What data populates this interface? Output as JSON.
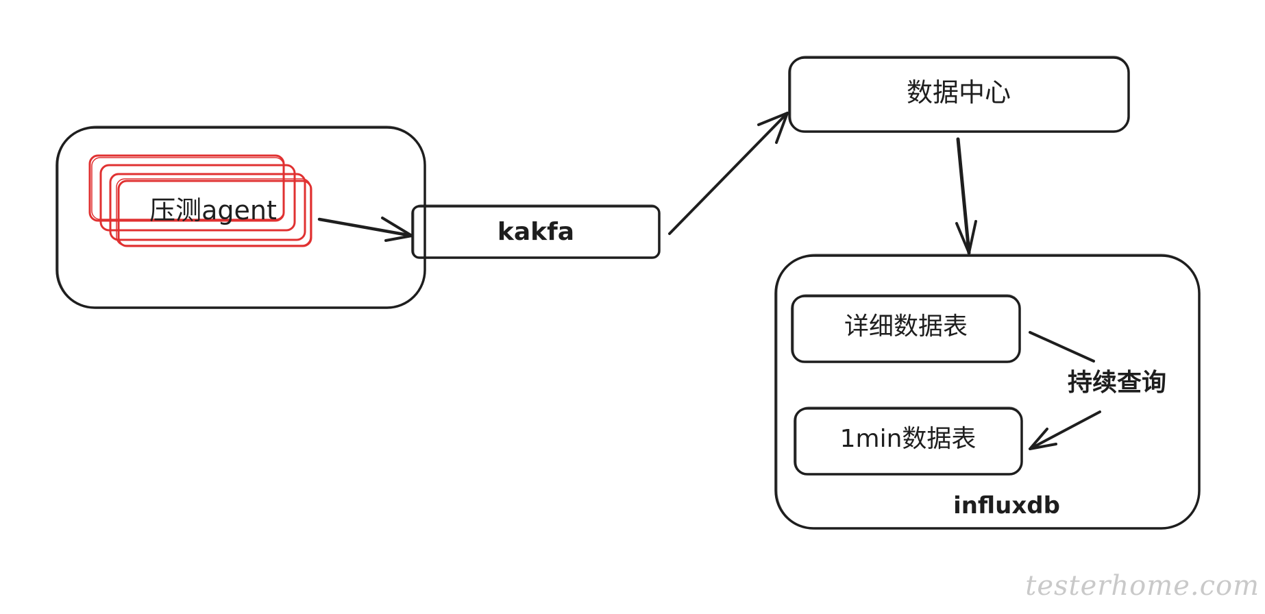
{
  "diagram": {
    "nodes": {
      "agent_group": {
        "label": ""
      },
      "agent": {
        "label": "压测agent"
      },
      "kafka": {
        "label": "kakfa"
      },
      "data_center": {
        "label": "数据中心"
      },
      "influxdb": {
        "label": "influxdb"
      },
      "detail_table": {
        "label": "详细数据表"
      },
      "min_table": {
        "label": "1min数据表"
      }
    },
    "edges": {
      "continuous_query": {
        "label": "持续查询"
      }
    }
  },
  "watermark": {
    "text": "testerhome.com"
  },
  "colors": {
    "stroke": "#1e1e1e",
    "agent_stroke": "#e03131",
    "background": "#ffffff",
    "watermark": "#c9c9c9"
  }
}
